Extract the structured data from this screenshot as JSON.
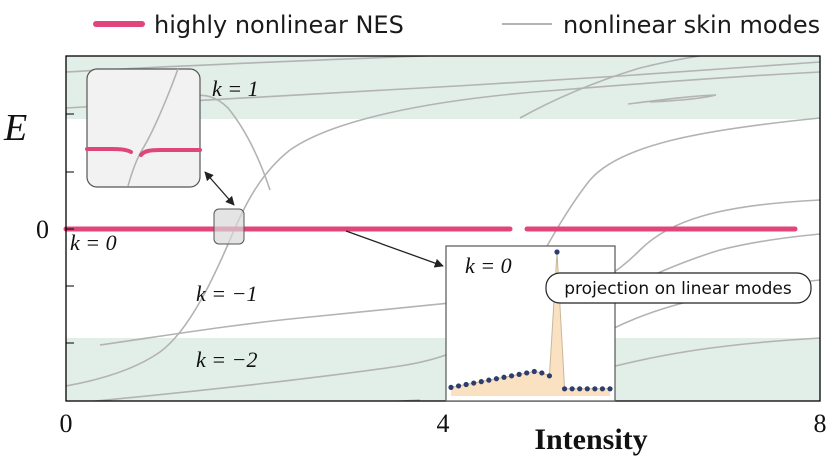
{
  "chart_data": {
    "type": "line",
    "xlabel": "Intensity",
    "ylabel": "E",
    "xlim": [
      0,
      8
    ],
    "xticks": [
      {
        "value": 0,
        "label": "0"
      },
      {
        "value": 4,
        "label": "4"
      },
      {
        "value": 8,
        "label": "8"
      }
    ],
    "yticks": [
      {
        "value": 0,
        "label": "0"
      }
    ],
    "legend": {
      "placement": "top",
      "entries": [
        {
          "label": "highly nonlinear NES",
          "color": "#e0457b"
        },
        {
          "label": "nonlinear skin modes",
          "color": "#b3b3b3"
        }
      ]
    },
    "bands": [
      {
        "label": "k = 1",
        "color": "#e2eee8"
      },
      {
        "label": "k = 0"
      },
      {
        "label": "k = −1"
      },
      {
        "label": "k = −2",
        "color": "#e2eee8"
      }
    ],
    "series": [
      {
        "name": "highly nonlinear NES",
        "color": "#e0457b",
        "style": "thick",
        "value": 0
      },
      {
        "name": "nonlinear skin modes",
        "color": "#b3b3b3",
        "style": "thin"
      }
    ],
    "inset": {
      "label": "k = 0",
      "note": "projection on linear modes",
      "values": [
        0.06,
        0.07,
        0.08,
        0.09,
        0.1,
        0.11,
        0.12,
        0.13,
        0.14,
        0.15,
        0.16,
        0.17,
        0.16,
        0.14,
        1.0,
        0.05,
        0.05,
        0.05,
        0.05,
        0.05,
        0.05,
        0.05
      ]
    },
    "colors": {
      "nes": "#e0457b",
      "skin": "#b3b3b3",
      "band": "#e2eee8",
      "inset_fill": "#fae1c2",
      "inset_points": "#2d3e6e"
    }
  }
}
